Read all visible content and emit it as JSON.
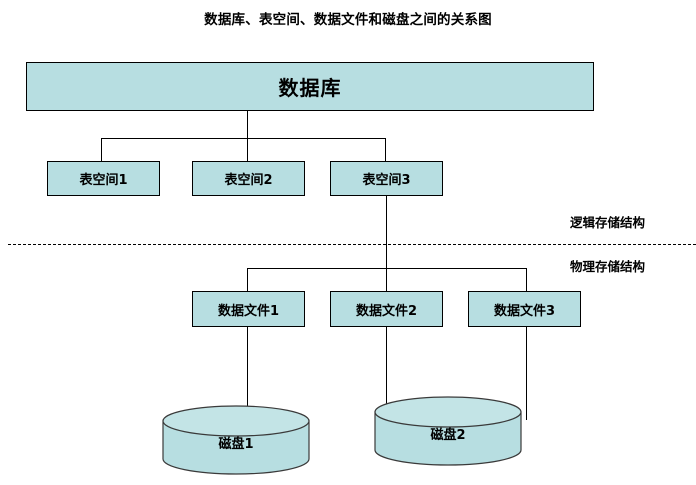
{
  "title": "数据库、表空间、数据文件和磁盘之间的关系图",
  "colors": {
    "node_fill": "#b7dee1",
    "node_stroke": "#000000",
    "cylinder_fill": "#b7dee1",
    "cylinder_stroke": "#3a3a3a",
    "background": "#ffffff",
    "line": "#000000"
  },
  "database": {
    "label": "数据库"
  },
  "tablespaces": [
    {
      "label": "表空间1"
    },
    {
      "label": "表空间2"
    },
    {
      "label": "表空间3"
    }
  ],
  "datafiles": [
    {
      "label": "数据文件1"
    },
    {
      "label": "数据文件2"
    },
    {
      "label": "数据文件3"
    }
  ],
  "disks": [
    {
      "label": "磁盘1"
    },
    {
      "label": "磁盘2"
    }
  ],
  "region_labels": {
    "logical": "逻辑存储结构",
    "physical": "物理存储结构"
  }
}
